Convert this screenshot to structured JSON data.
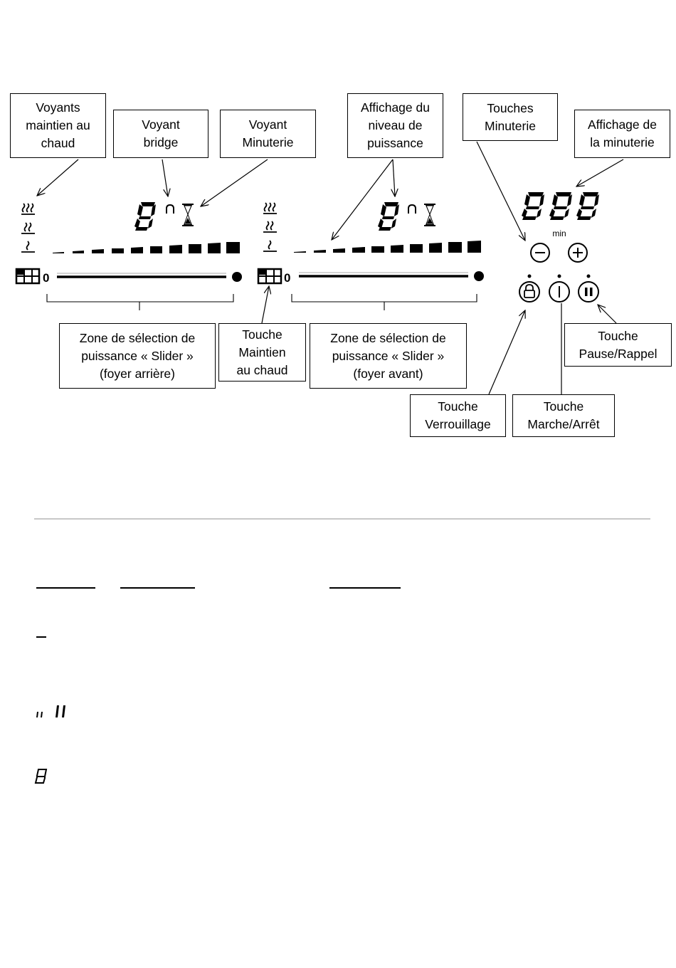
{
  "labels": {
    "voyants_maintien": "Voyants\nmaintien au\nchaud",
    "voyant_bridge": "Voyant\nbridge",
    "voyant_minuterie": "Voyant\nMinuterie",
    "affichage_niveau": "Affichage du\nniveau de\npuissance",
    "touches_minuterie": "Touches\nMinuterie",
    "affichage_minuterie": "Affichage de\nla minuterie",
    "zone_slider_arriere": "Zone de sélection de\npuissance « Slider »\n(foyer arrière)",
    "touche_maintien": "Touche\nMaintien\nau chaud",
    "zone_slider_avant": "Zone de sélection de\npuissance «  Slider »\n(foyer avant)",
    "touche_pause": "Touche\nPause/Rappel",
    "touche_verrouillage": "Touche\nVerrouillage",
    "touche_marche": "Touche\nMarche/Arrêt"
  },
  "panel": {
    "slider_zero": "0",
    "timer_unit": "min",
    "minus_symbol": "−",
    "plus_symbol": "+"
  },
  "colors": {
    "ink": "#000000",
    "separator": "#c8c8c8"
  }
}
